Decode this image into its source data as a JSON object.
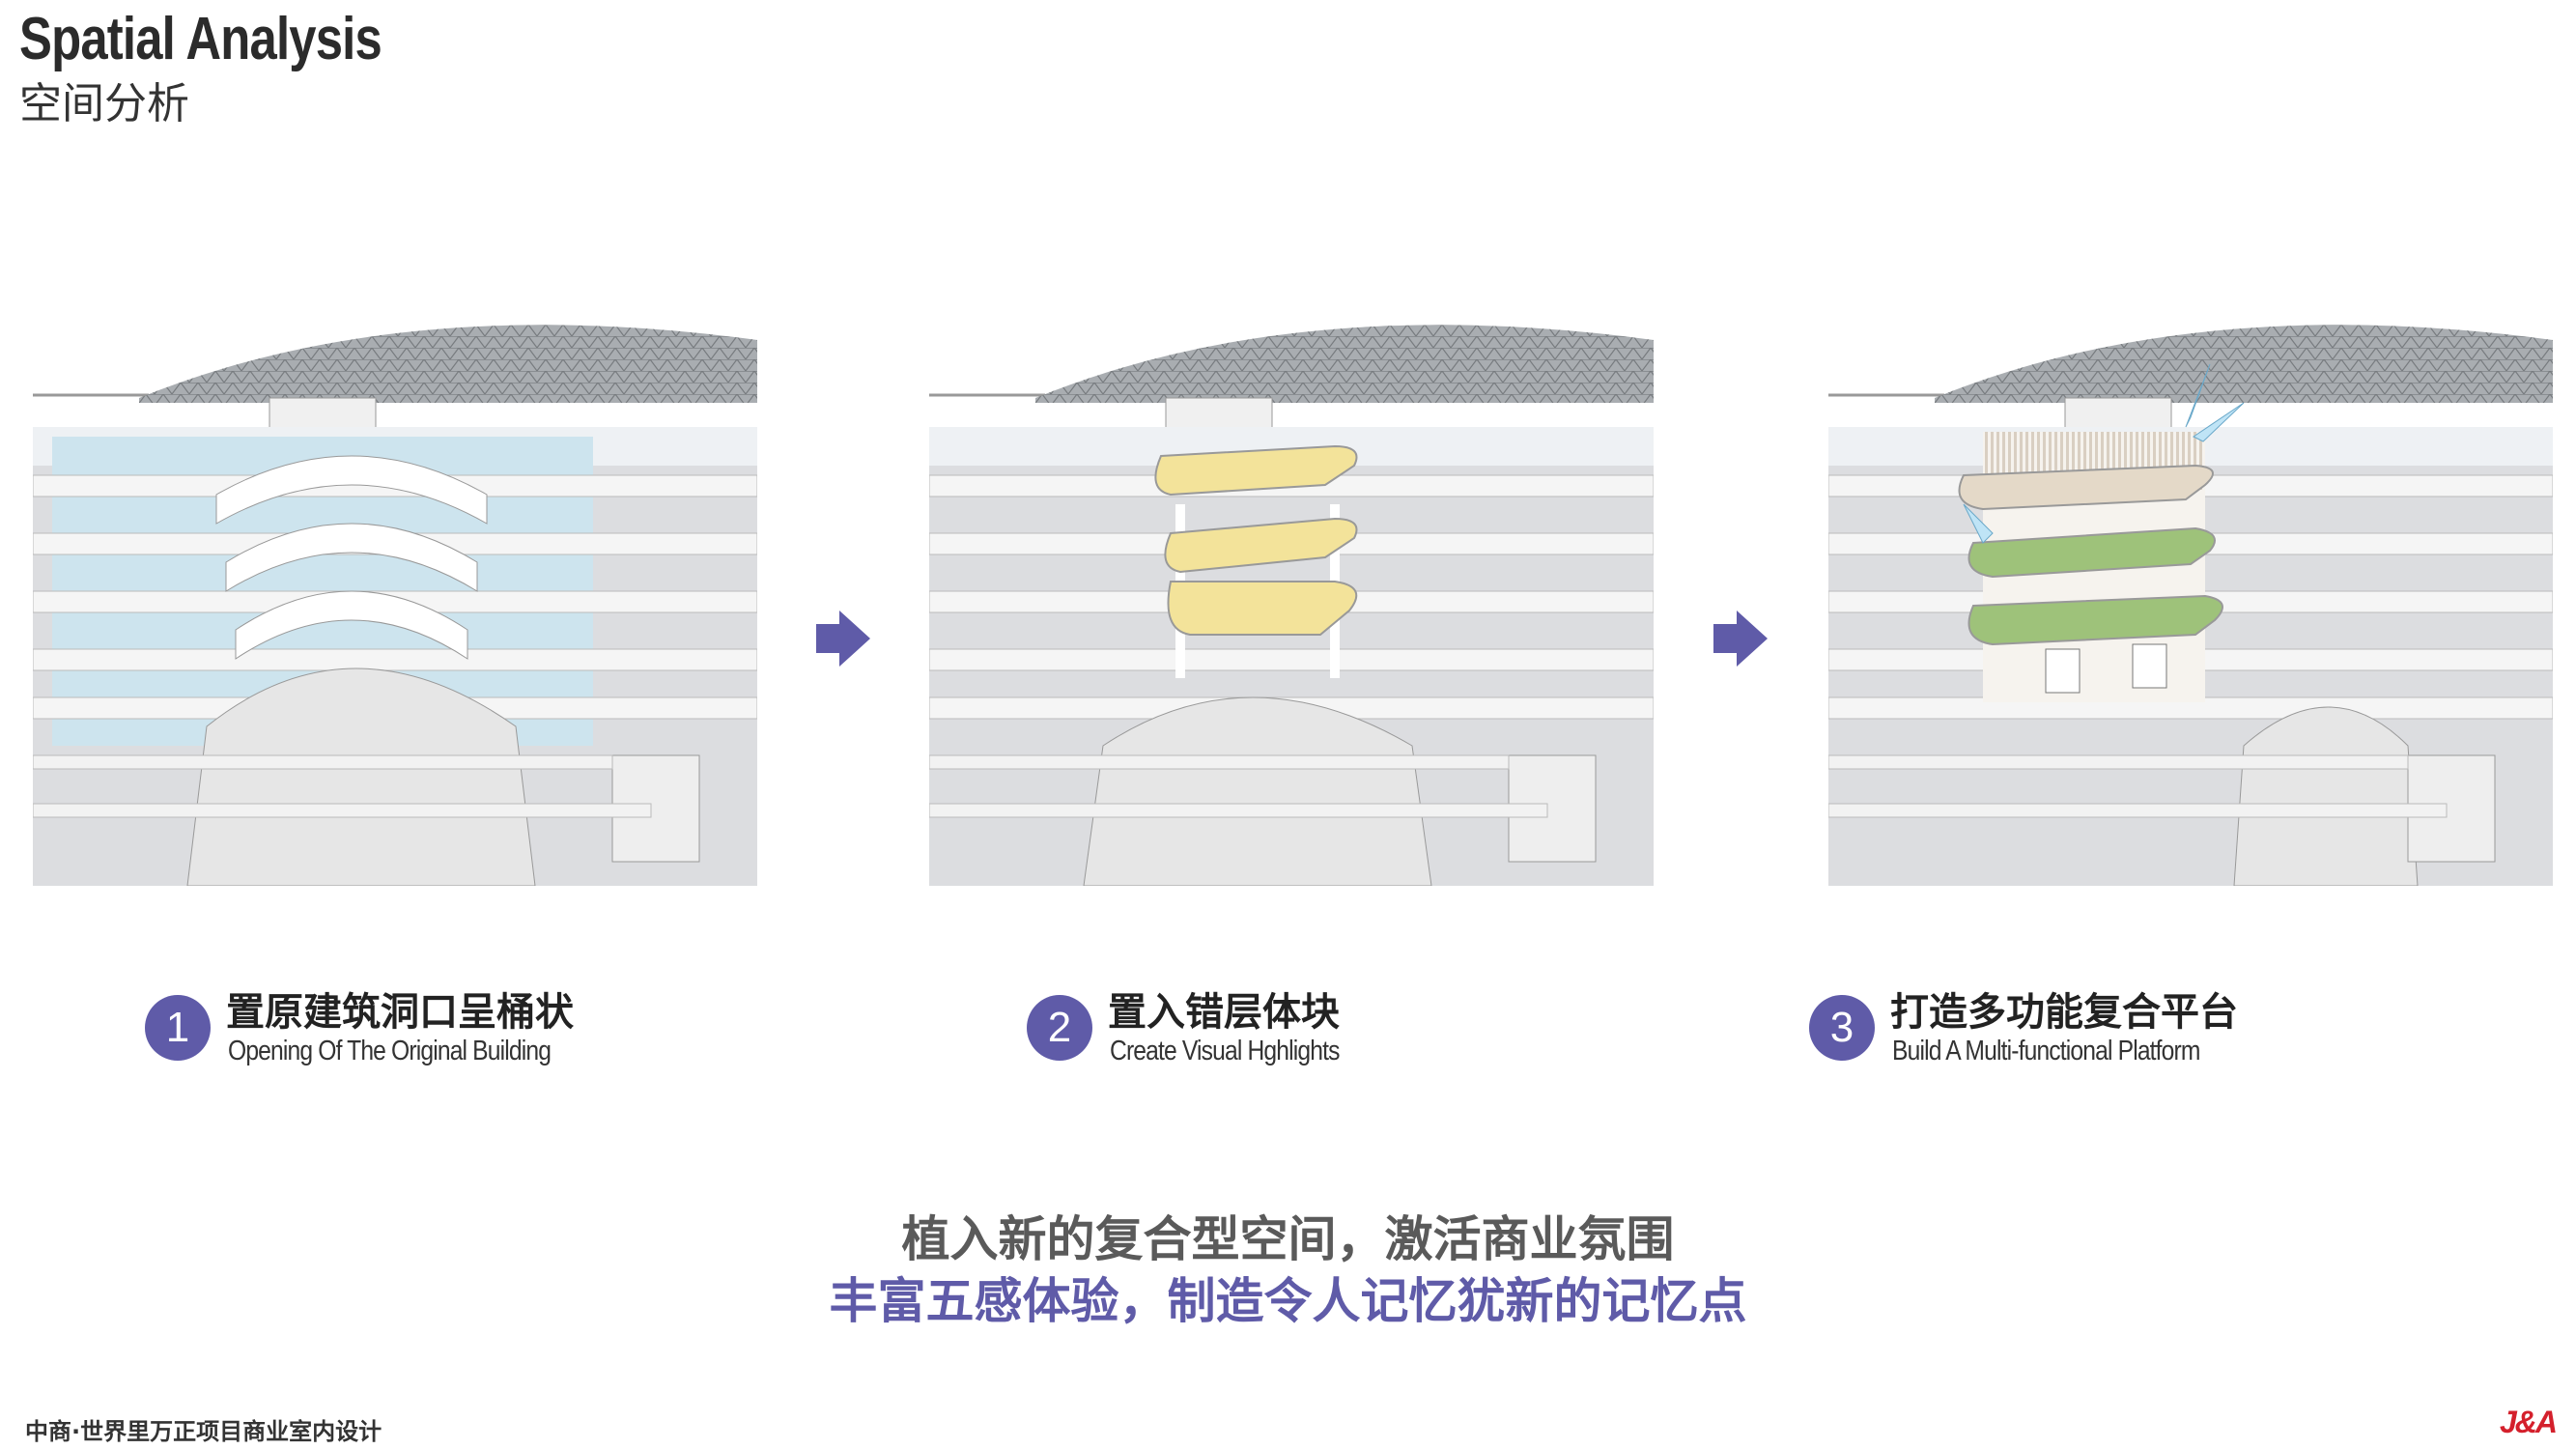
{
  "header": {
    "title_en": "Spatial Analysis",
    "title_zh": "空间分析"
  },
  "steps": [
    {
      "number": "1",
      "title_zh": "置原建筑洞口呈桶状",
      "title_en": "Opening Of The Original Building"
    },
    {
      "number": "2",
      "title_zh": "置入错层体块",
      "title_en": "Create Visual Hghlights"
    },
    {
      "number": "3",
      "title_zh": "打造多功能复合平台",
      "title_en": "Build A Multi-functional Platform"
    }
  ],
  "slogan": {
    "line1": "植入新的复合型空间，激活商业氛围",
    "line2": "丰富五感体验，制造令人记忆犹新的记忆点"
  },
  "footer": {
    "project": "中商·世界里万正项目商业室内设计",
    "logo": "J&A"
  },
  "colors": {
    "accent_purple": "#5f5ba8",
    "logo_red": "#d4202c",
    "platform_yellow": "#f3e39a",
    "platform_green": "#9ec27a"
  },
  "icons": {
    "arrow": "right-arrow-icon"
  }
}
